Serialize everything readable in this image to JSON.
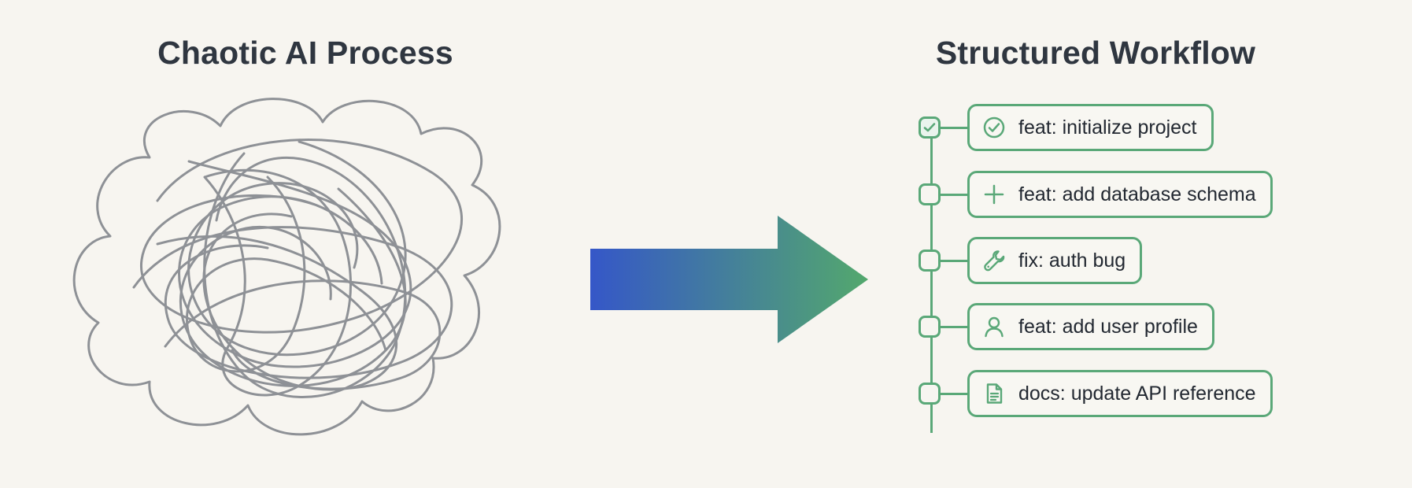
{
  "left_title": "Chaotic AI Process",
  "right_title": "Structured Workflow",
  "colors": {
    "background": "#f7f5f0",
    "title": "#2f3640",
    "scribble": "#8e9196",
    "arrow_start": "#3557c8",
    "arrow_end": "#53a86d",
    "workflow_green": "#5aa878"
  },
  "commits": [
    {
      "label": "feat: initialize project",
      "icon": "check-circle-icon",
      "node": "done"
    },
    {
      "label": "feat: add database schema",
      "icon": "plus-icon",
      "node": "empty"
    },
    {
      "label": "fix: auth bug",
      "icon": "wrench-icon",
      "node": "empty"
    },
    {
      "label": "feat: add user profile",
      "icon": "user-icon",
      "node": "empty"
    },
    {
      "label": "docs: update API reference",
      "icon": "document-icon",
      "node": "empty"
    }
  ]
}
